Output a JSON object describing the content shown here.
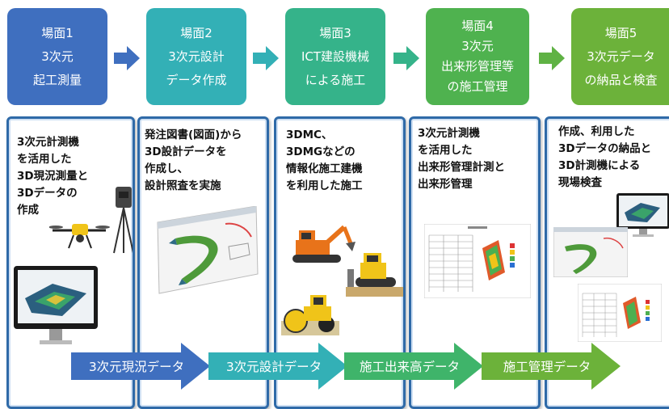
{
  "steps": [
    {
      "header": [
        "場面1",
        "3次元",
        "起工測量"
      ],
      "color": "#3f6fbf",
      "desc": "3次元計測機\nを活用した\n3D現況測量と\n3Dデータの\n作成"
    },
    {
      "header": [
        "場面2",
        "3次元設計",
        "データ作成"
      ],
      "color": "#33b0b6",
      "desc": "発注図書(図面)から\n3D設計データを\n作成し、\n設計照査を実施"
    },
    {
      "header": [
        "場面3",
        "ICT建設機械",
        "による施工"
      ],
      "color": "#35b38a",
      "desc": "3DMC、\n3DMGなどの\n情報化施工建機\nを利用した施工"
    },
    {
      "header": [
        "場面4",
        "3次元",
        "出来形管理等",
        "の施工管理"
      ],
      "color": "#4fb24f",
      "desc": "3次元計測機\nを活用した\n出来形管理計測と\n出来形管理"
    },
    {
      "header": [
        "場面5",
        "3次元データ",
        "の納品と検査"
      ],
      "color": "#6cb23a",
      "desc": "作成、利用した\n3Dデータの納品と\n3D計測機による\n現場検査"
    }
  ],
  "flow": [
    {
      "label": "3次元現況データ",
      "color": "#3f6fbf"
    },
    {
      "label": "3次元設計データ",
      "color": "#33b0b6"
    },
    {
      "label": "施工出来高データ",
      "color": "#3fb46a"
    },
    {
      "label": "施工管理データ",
      "color": "#6cb23a"
    }
  ]
}
